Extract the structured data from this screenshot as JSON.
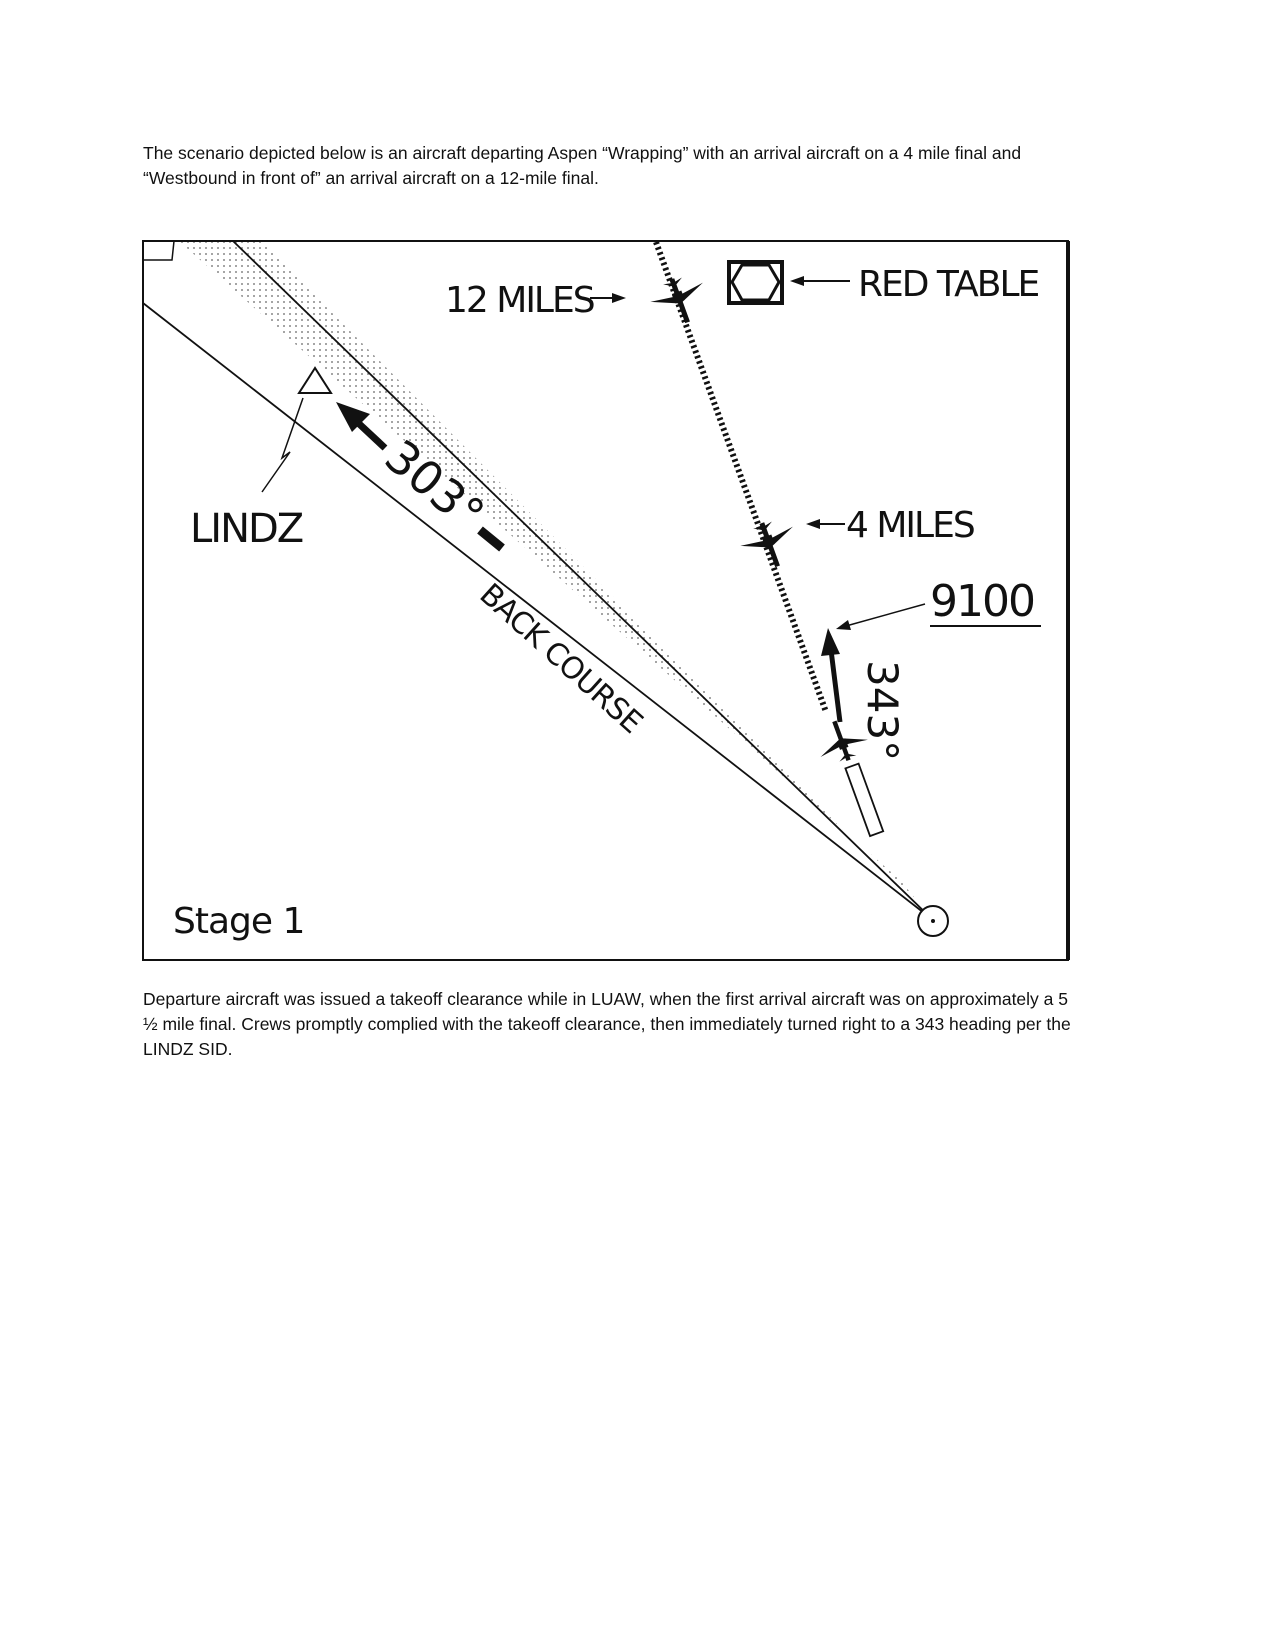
{
  "intro_text": "The scenario depicted below is an aircraft departing Aspen “Wrapping” with an arrival aircraft on a 4 mile final and “Westbound in front of” an arrival aircraft on a 12-mile final.",
  "diagram": {
    "twelve_miles": "12 MILES",
    "red_table": "RED TABLE",
    "four_miles": "4 MILES",
    "altitude": "9100",
    "heading_343": "343°",
    "heading_303": "303°",
    "lindz": "LINDZ",
    "back_course": "BACK COURSE",
    "stage": "Stage 1"
  },
  "outro_text": "Departure aircraft was issued a takeoff clearance while in LUAW, when the first arrival aircraft was on approximately a 5 ½ mile final. Crews promptly complied with the takeoff clearance, then immediately turned right to a 343 heading per the LINDZ SID."
}
